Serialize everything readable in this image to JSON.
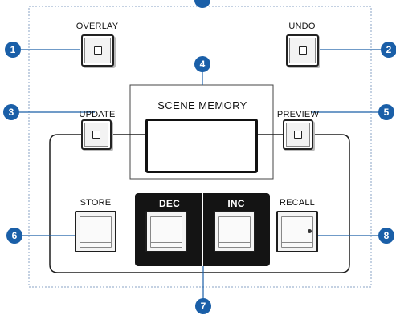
{
  "panel": {
    "buttons": {
      "overlay": "OVERLAY",
      "undo": "UNDO",
      "update": "UPDATE",
      "preview": "PREVIEW",
      "store": "STORE",
      "recall": "RECALL",
      "dec": "DEC",
      "inc": "INC"
    },
    "display_title": "SCENE MEMORY"
  },
  "callouts": [
    "1",
    "2",
    "3",
    "4",
    "5",
    "6",
    "7",
    "8"
  ],
  "colors": {
    "callout": "#1a5fa8",
    "outline": "#1e1e1e",
    "dotted_border": "#8aa3c4"
  }
}
